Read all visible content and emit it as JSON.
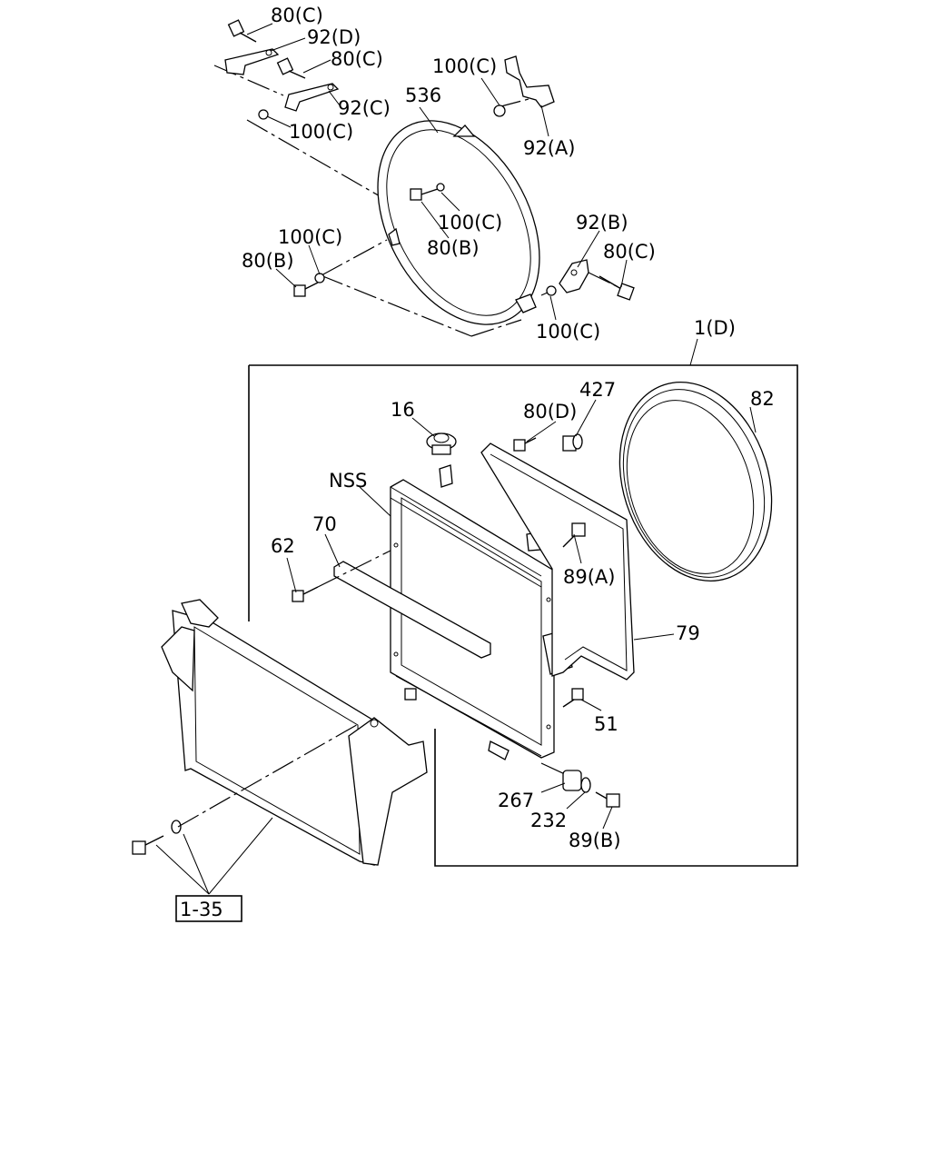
{
  "labels": {
    "l80c_top": "80(C)",
    "l92d": "92(D)",
    "l80c_2": "80(C)",
    "l92c": "92(C)",
    "l100c_1": "100(C)",
    "l100c_top": "100(C)",
    "l536": "536",
    "l92a": "92(A)",
    "l100c_ring": "100(C)",
    "l80b_ring": "80(B)",
    "l100c_left": "100(C)",
    "l80b_left": "80(B)",
    "l92b": "92(B)",
    "l80c_right": "80(C)",
    "l100c_bottom": "100(C)",
    "l1d": "1(D)",
    "l16": "16",
    "l80d": "80(D)",
    "l427": "427",
    "l82": "82",
    "lnss": "NSS",
    "l70": "70",
    "l62": "62",
    "l89a": "89(A)",
    "l79": "79",
    "l51": "51",
    "l267": "267",
    "l232": "232",
    "l89b": "89(B)",
    "lref": "1-35"
  }
}
